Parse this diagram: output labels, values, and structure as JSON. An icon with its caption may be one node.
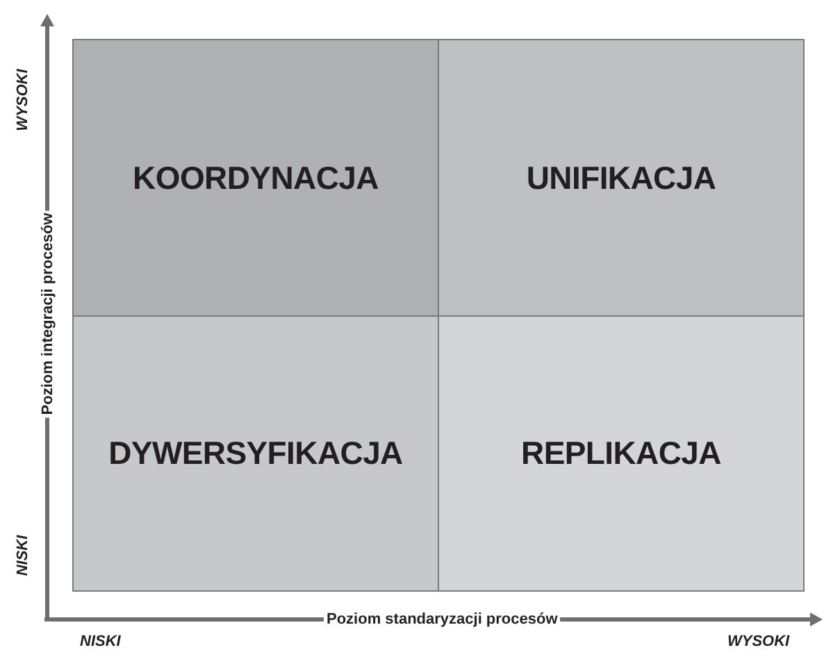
{
  "diagram": {
    "nodes": [
      {
        "text": [
          "KOORDYNACJA"
        ]
      },
      {
        "text": [
          "UNIFIKACJA"
        ]
      },
      {
        "text": [
          "DYWERSYFIKACJA"
        ]
      },
      {
        "text": [
          "REPLIKACJA"
        ]
      }
    ],
    "labels": [
      "WYSOKI",
      "Poziom integracji procesów",
      "NISKI",
      "Poziom standaryzacji procesów",
      "NISKI",
      "WYSOKI"
    ]
  }
}
